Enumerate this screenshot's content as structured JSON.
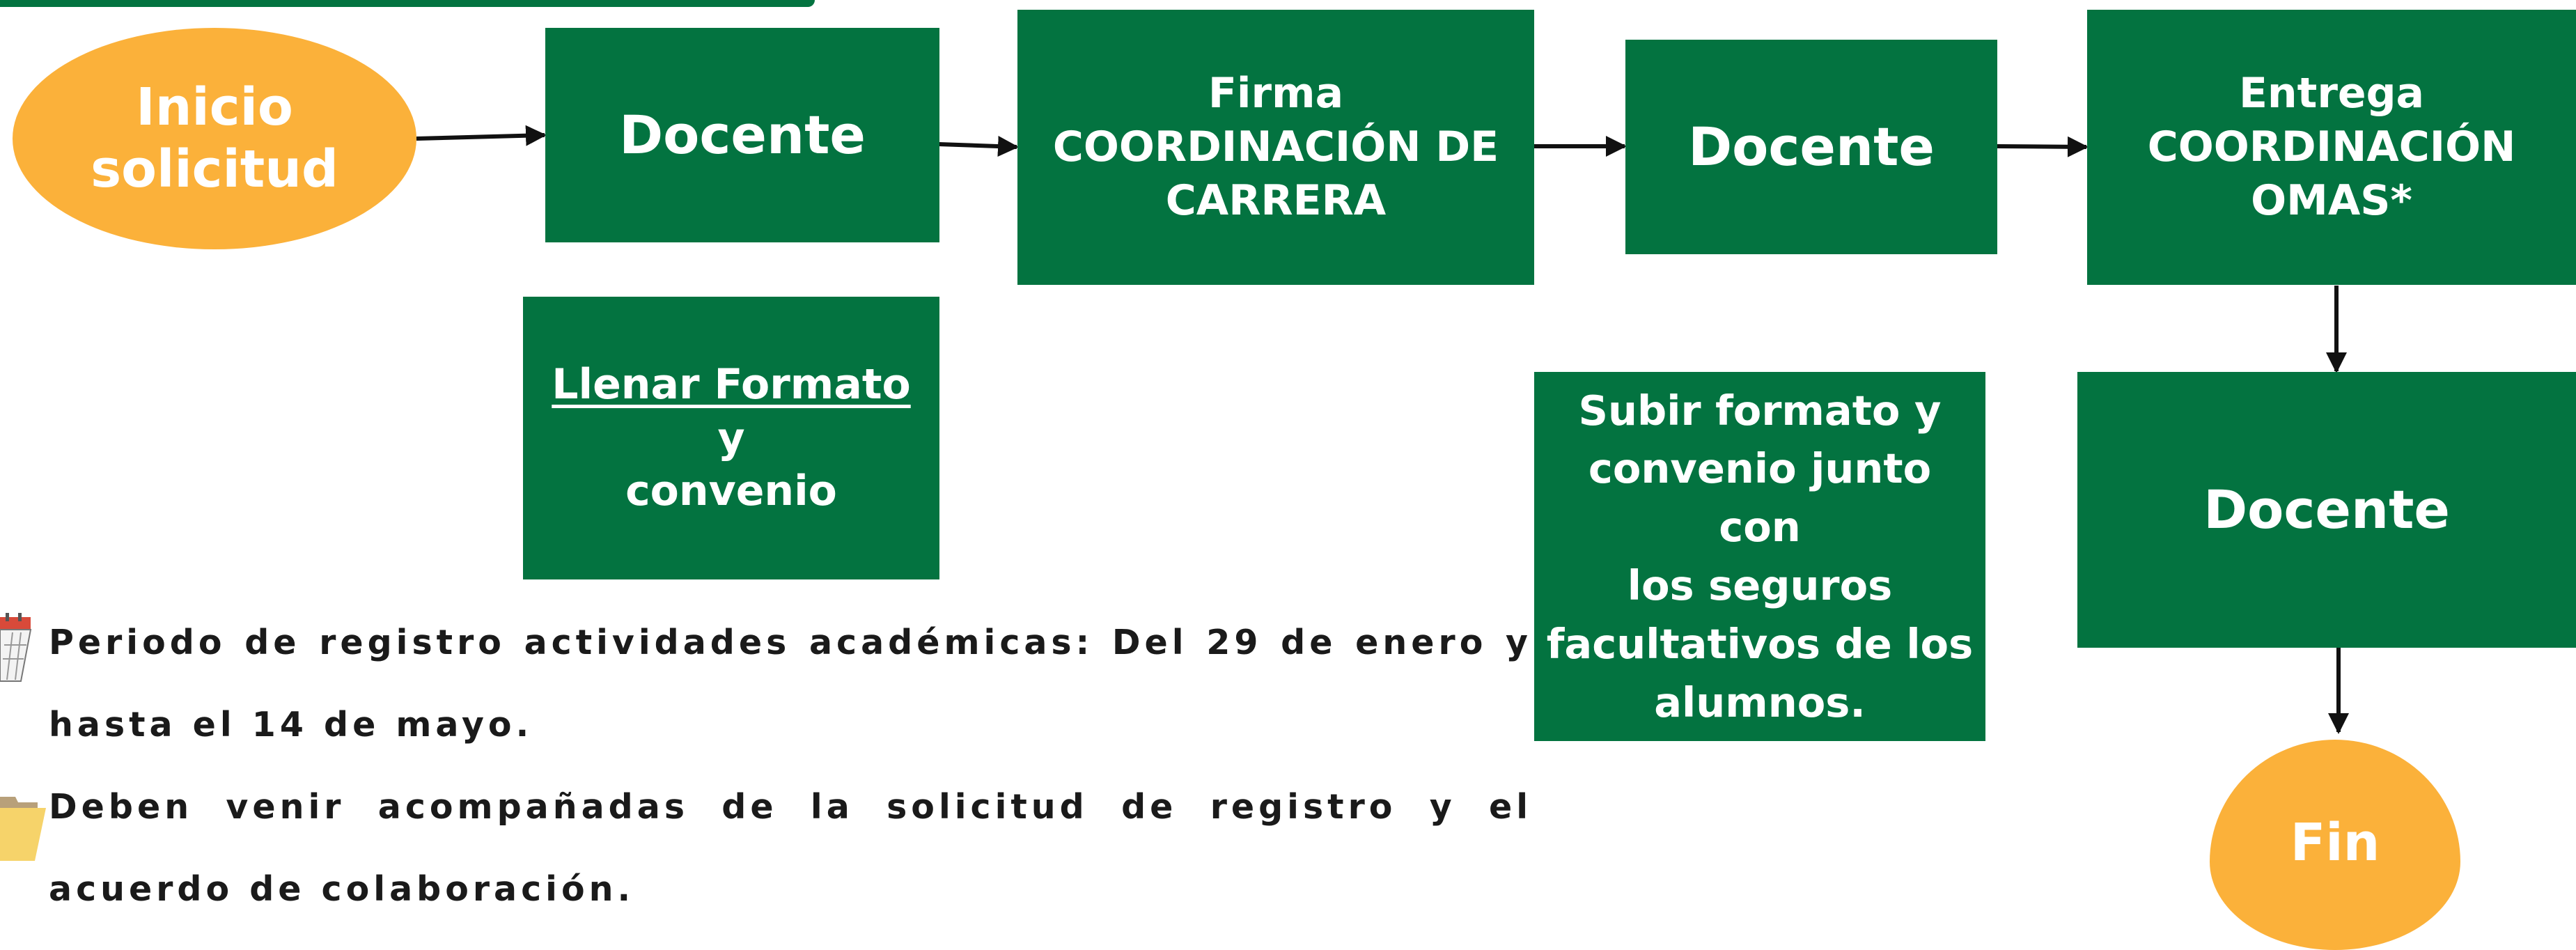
{
  "colors": {
    "green": "#037340",
    "orange": "#fbb13a",
    "white": "#ffffff",
    "text": "#1a1a1a"
  },
  "flow": {
    "start": {
      "line1": "Inicio",
      "line2": "solicitud"
    },
    "docente_1": "Docente",
    "firma": {
      "line1": "Firma",
      "line2": "COORDINACIÓN DE",
      "line3": "CARRERA"
    },
    "docente_2": "Docente",
    "entrega": {
      "line1": "Entrega",
      "line2": "COORDINACIÓN",
      "line3": "OMAS*"
    },
    "docente_3": "Docente",
    "end": "Fin"
  },
  "details": {
    "llenar_link": "Llenar Formato",
    "llenar_suffix": " y",
    "llenar_line2": "convenio",
    "subir": {
      "line1": "Subir formato y",
      "line2": "convenio junto con",
      "line3": "los seguros",
      "line4": "facultativos de los",
      "line5": "alumnos."
    }
  },
  "notes": [
    {
      "icon": "calendar-icon",
      "text": "Periodo de registro actividades académicas: Del 29 de enero y hasta el 14 de mayo."
    },
    {
      "icon": "folder-icon",
      "text": "Deben venir acompañadas de la solicitud de registro y el acuerdo de colaboración."
    }
  ]
}
